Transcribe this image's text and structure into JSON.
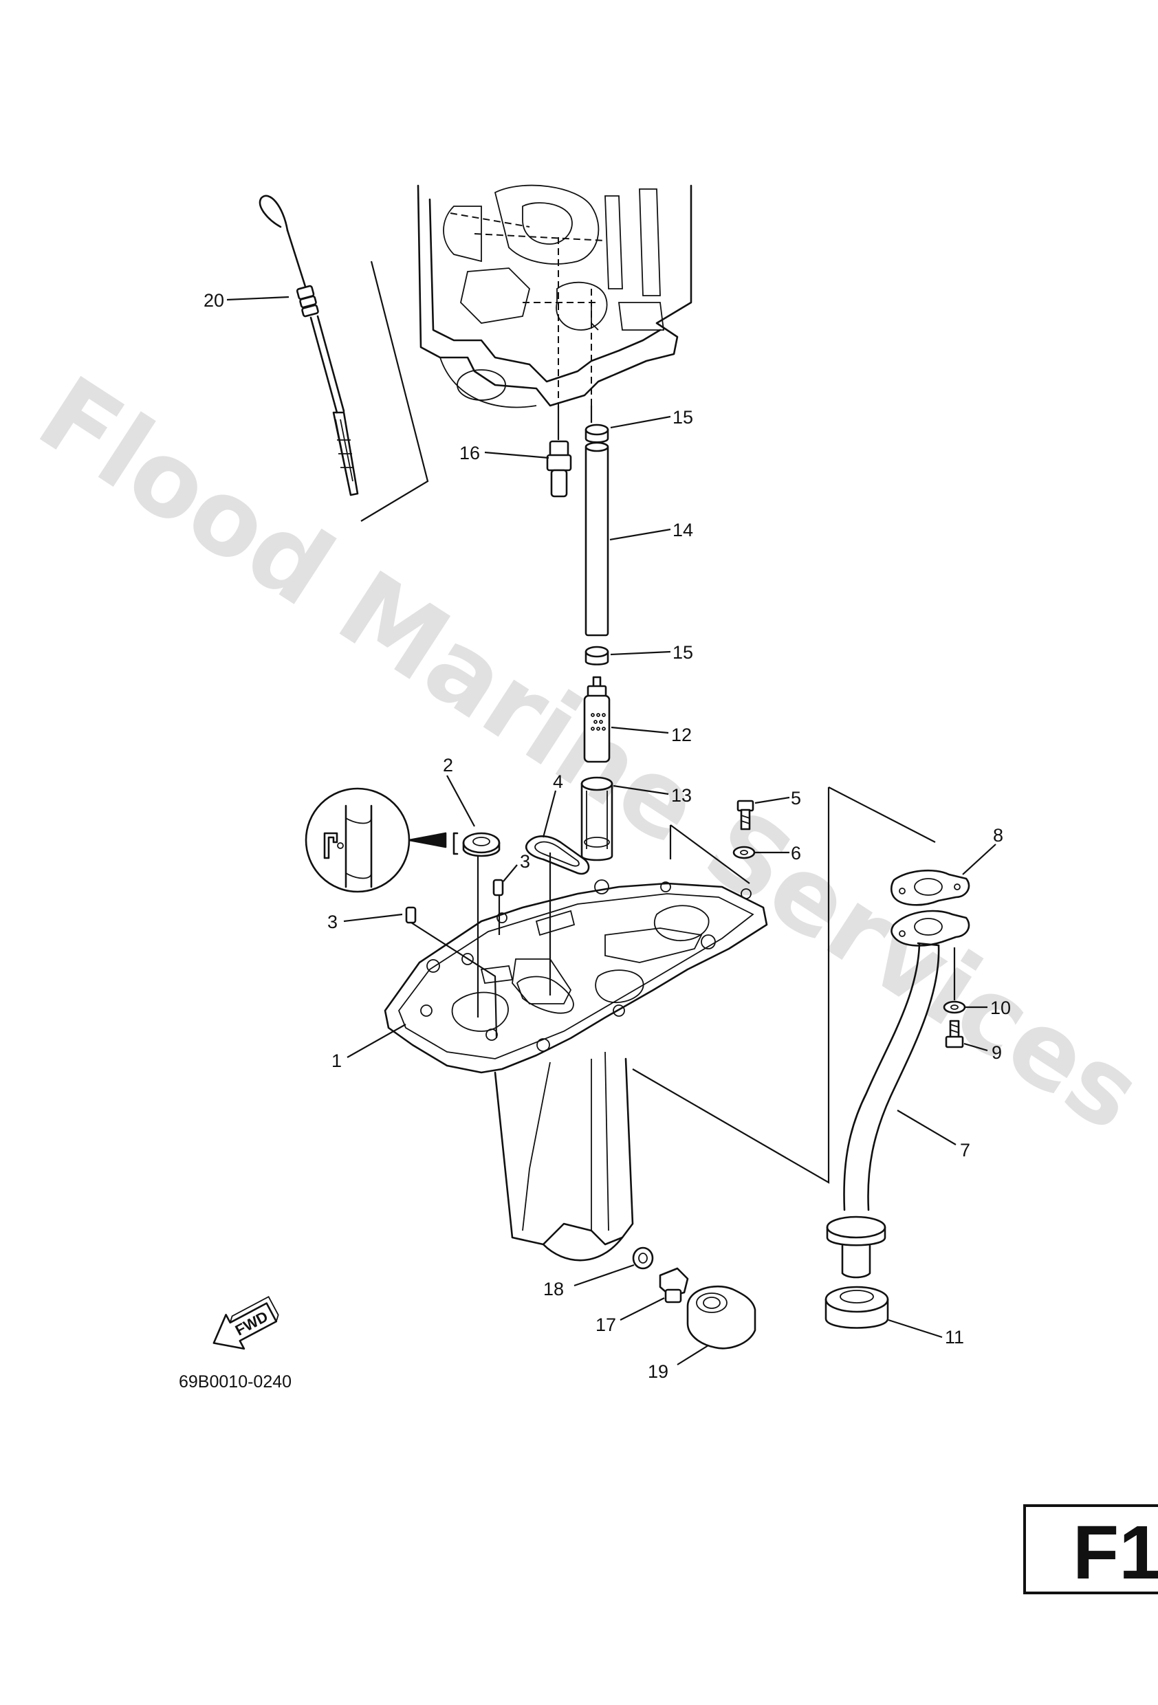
{
  "diagram": {
    "watermark": "Flood Marine Services",
    "drawing_code": "69B0010-0240",
    "page_id": "F1",
    "direction_label": "FWD",
    "callouts": [
      "1",
      "2",
      "3",
      "3",
      "4",
      "5",
      "6",
      "7",
      "8",
      "9",
      "10",
      "11",
      "12",
      "13",
      "14",
      "15",
      "15",
      "16",
      "17",
      "18",
      "19",
      "20"
    ]
  }
}
